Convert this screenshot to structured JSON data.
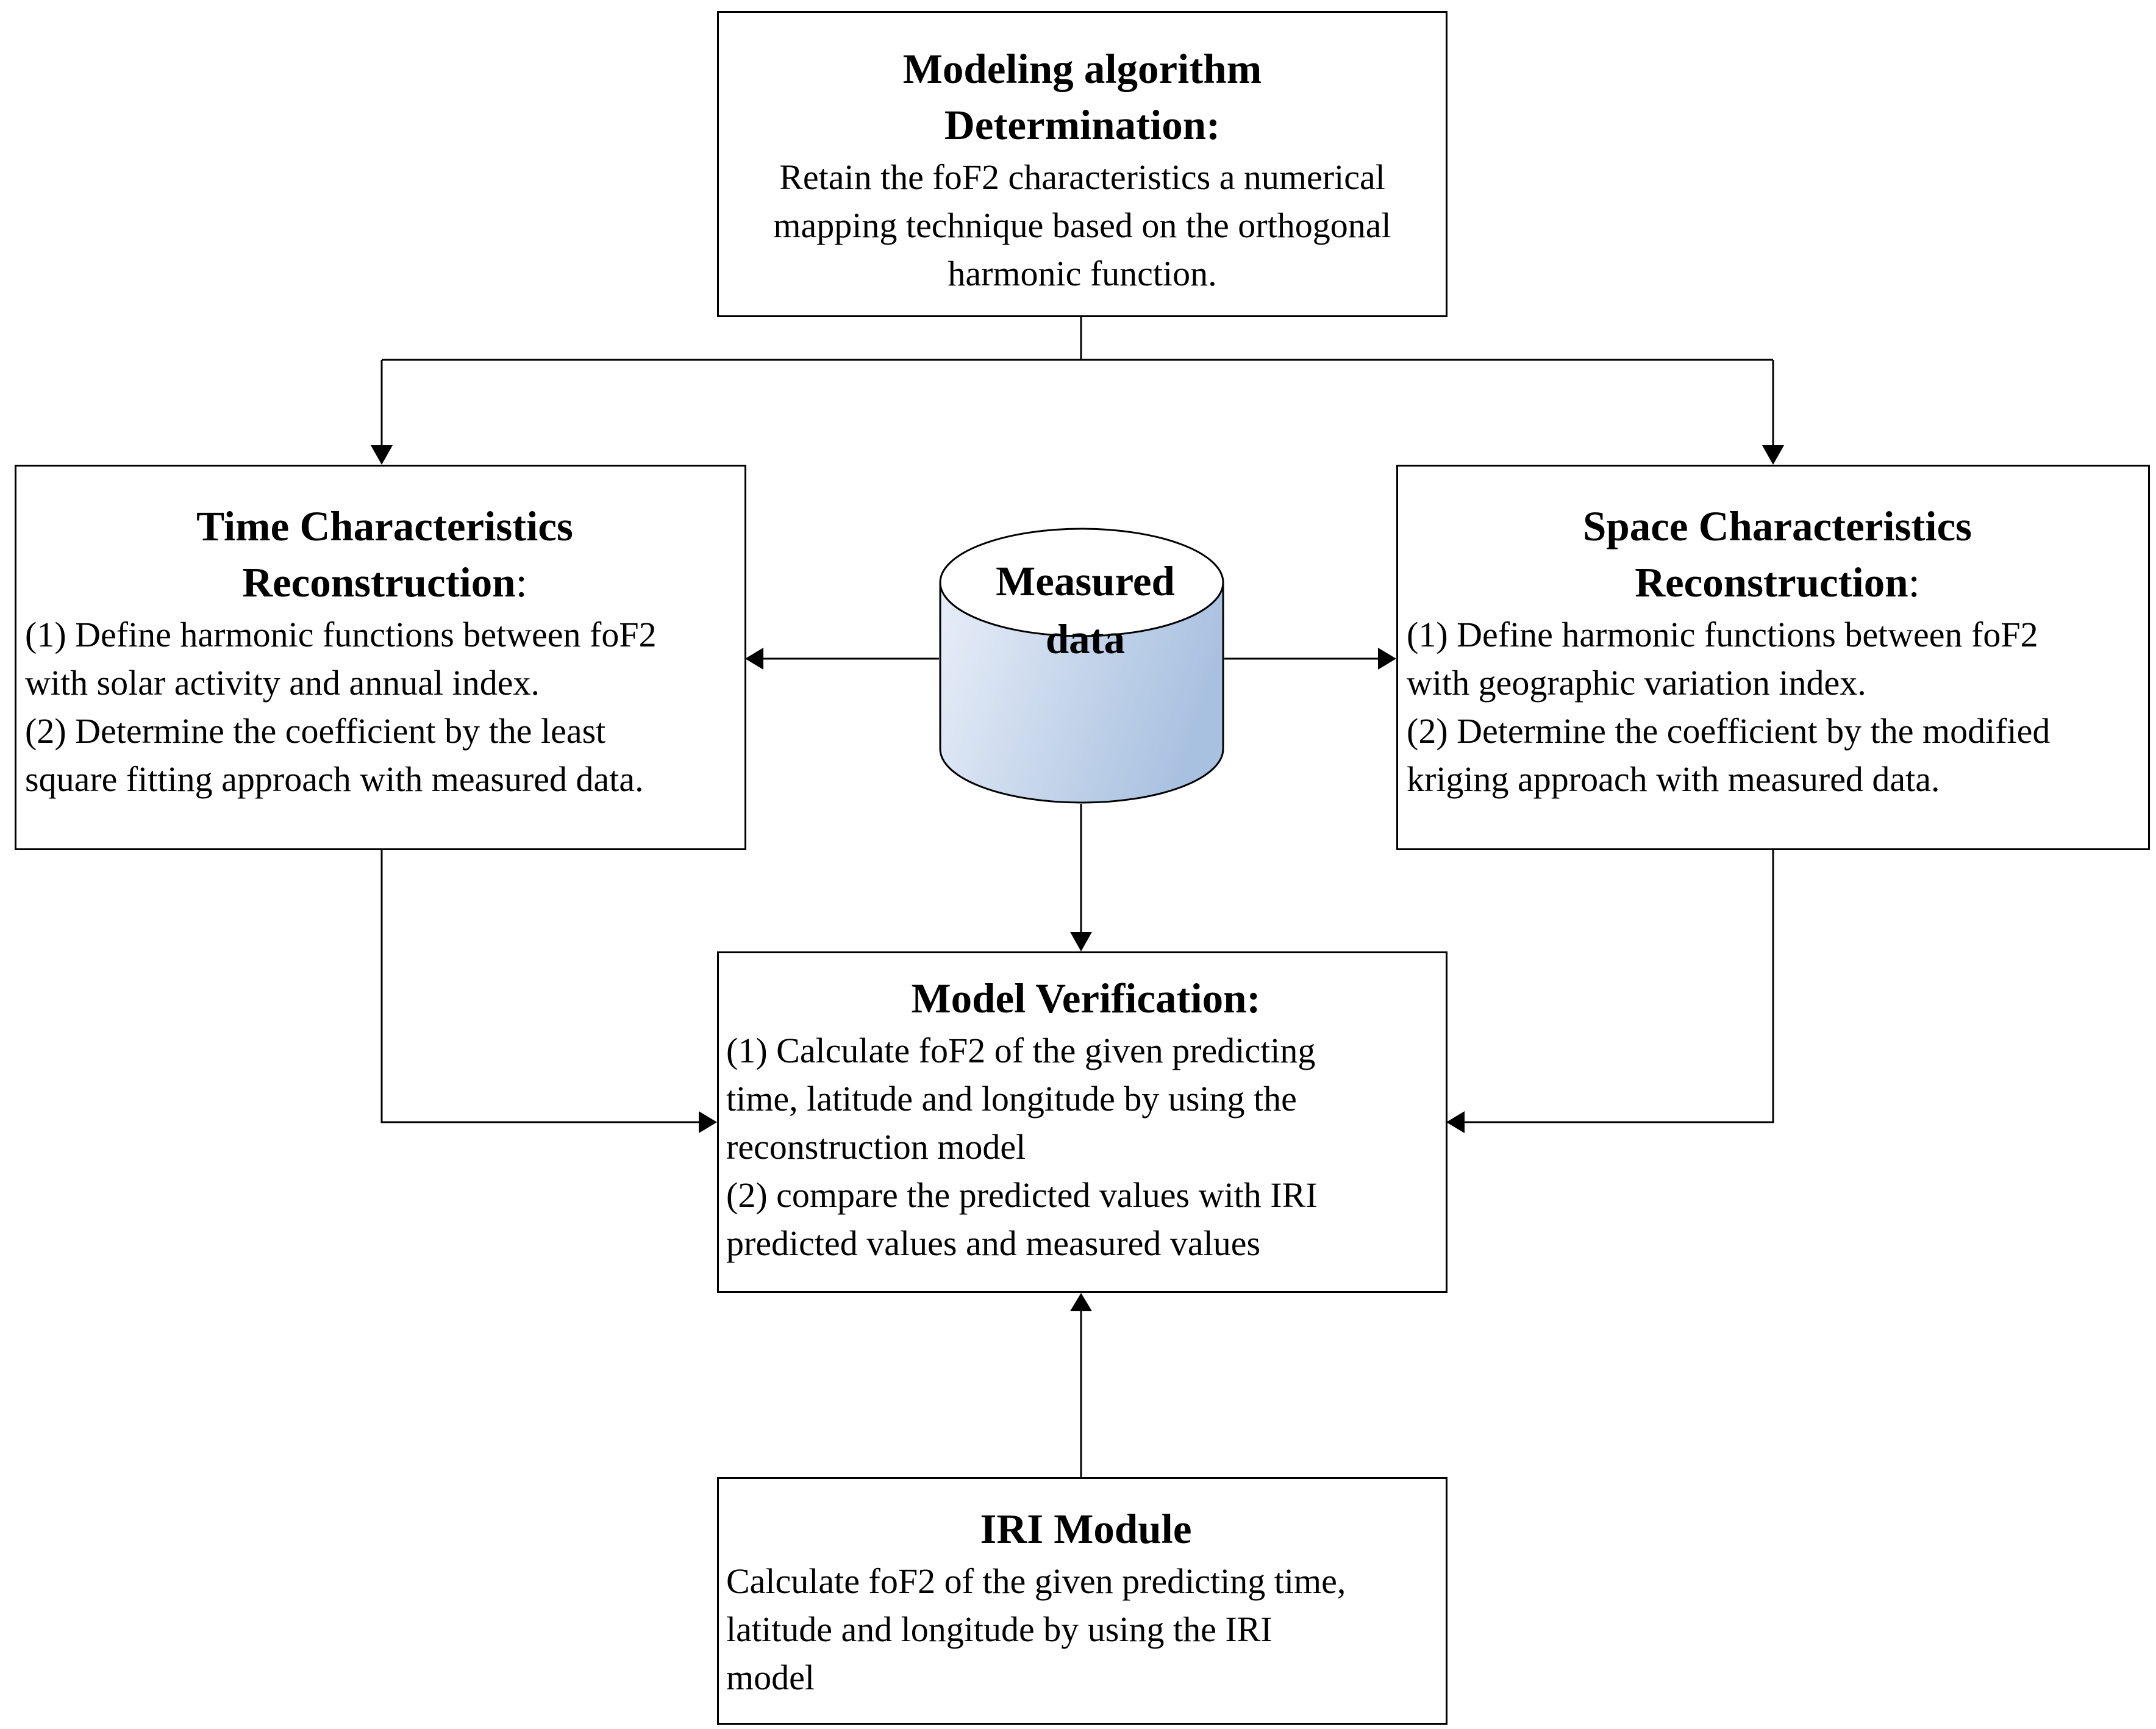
{
  "modeling": {
    "title_lines": [
      "Modeling algorithm",
      "Determination:"
    ],
    "body_lines": [
      "Retain the foF2 characteristics a numerical",
      "mapping technique based on the orthogonal",
      "harmonic function."
    ]
  },
  "time": {
    "title_lines": [
      "Time Characteristics",
      "Reconstruction"
    ],
    "title_suffix": ":",
    "body_lines": [
      "(1) Define harmonic functions between foF2",
      "with solar activity and annual index.",
      "(2) Determine the coefficient by the least",
      "square fitting approach with measured data."
    ]
  },
  "space": {
    "title_lines": [
      "Space Characteristics",
      "Reconstruction"
    ],
    "title_suffix": ":",
    "body_lines": [
      "(1) Define harmonic functions between foF2",
      "with geographic variation index.",
      "(2) Determine the coefficient by the modified",
      "kriging approach with measured data."
    ]
  },
  "database": {
    "label_lines": [
      "Measured",
      "data"
    ],
    "fill_top": "#ffffff",
    "fill_body_light": "#e8eef8",
    "fill_body_dark": "#a9c1e0"
  },
  "verification": {
    "title": "Model Verification:",
    "body_lines": [
      "(1) Calculate foF2 of the given predicting",
      "time, latitude and longitude by using the",
      "reconstruction model",
      "(2) compare the predicted values with IRI",
      "predicted values and measured values"
    ]
  },
  "iri": {
    "title": "IRI Module",
    "body_lines": [
      "Calculate foF2 of the given predicting time,",
      "latitude and longitude by using the IRI",
      "model"
    ]
  }
}
